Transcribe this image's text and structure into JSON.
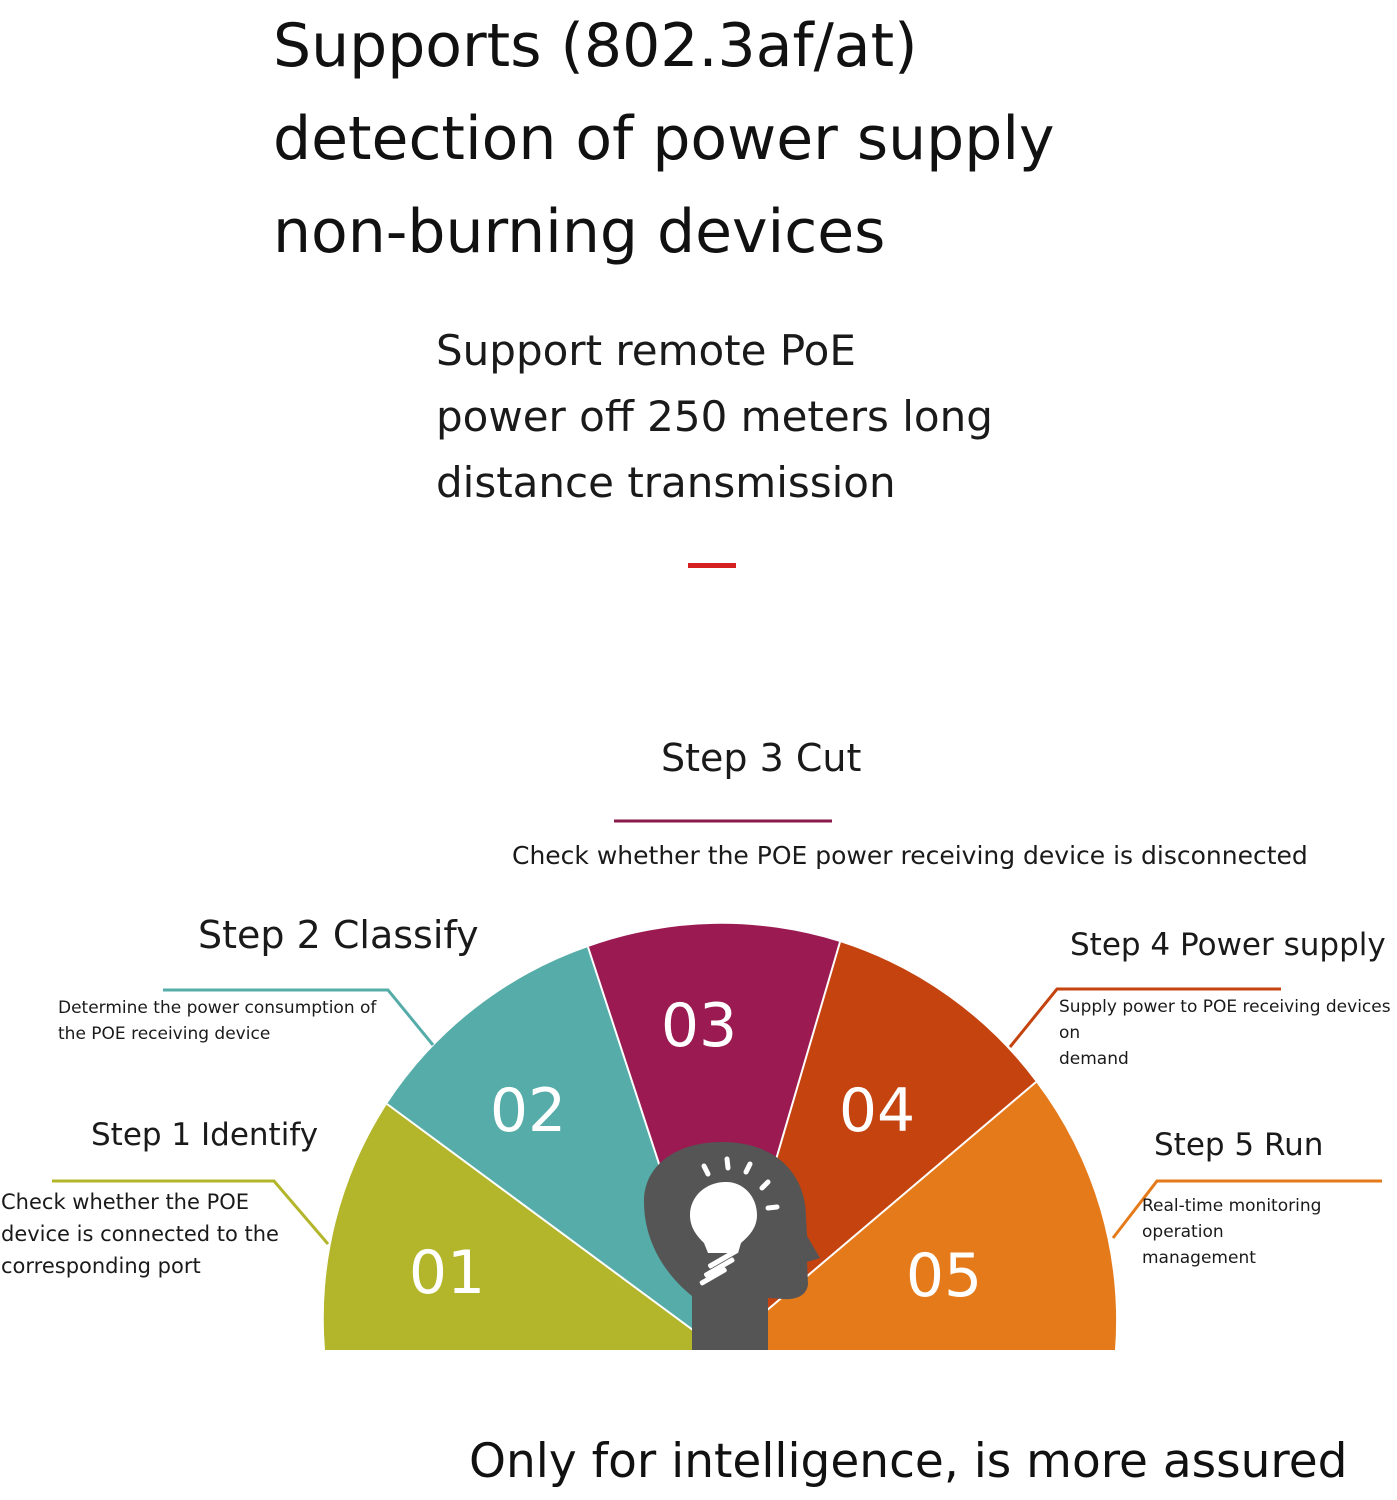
{
  "headline": {
    "lines": [
      "Supports (802.3af/at)",
      "detection of power supply",
      "non-burning devices"
    ]
  },
  "subhead": {
    "lines": [
      "Support remote PoE",
      "power off 250 meters long",
      "distance transmission"
    ]
  },
  "steps": [
    {
      "number": "01",
      "title": "Step 1 Identify",
      "description_lines": [
        "Check whether the POE",
        "device is connected to the",
        "corresponding port"
      ],
      "color": "#b3b52a"
    },
    {
      "number": "02",
      "title": "Step 2 Classify",
      "description_lines": [
        "Determine the power consumption of",
        "the POE receiving device"
      ],
      "color": "#55aca8"
    },
    {
      "number": "03",
      "title": "Step 3 Cut",
      "description_lines": [
        "Check whether the POE power receiving device is disconnected"
      ],
      "color": "#9b1a52"
    },
    {
      "number": "04",
      "title": "Step 4 Power supply",
      "description_lines": [
        "Supply power to POE receiving devices on",
        "demand"
      ],
      "color": "#c4430f"
    },
    {
      "number": "05",
      "title": "Step 5 Run",
      "description_lines": [
        "Real-time monitoring operation",
        "management"
      ],
      "color": "#e57a1b"
    }
  ],
  "center_icon": "head-lightbulb-icon",
  "accent_color": "#d42020",
  "footer": {
    "text": "Only for intelligence, is more assured"
  }
}
